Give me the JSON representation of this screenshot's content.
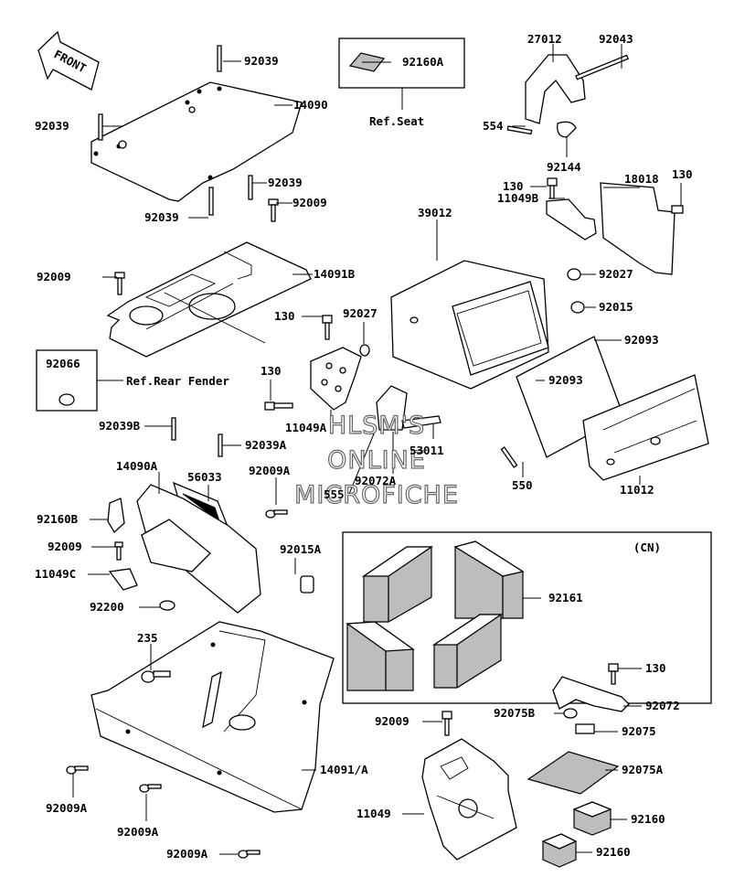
{
  "front_label": "FRONT",
  "region": "(CN)",
  "watermark": [
    "HLSM'S",
    "ONLINE",
    "MICROFICHE"
  ],
  "refs": {
    "seat": "Ref.Seat",
    "rear_fender": "Ref.Rear Fender"
  },
  "labels": {
    "l92039_top": "92039",
    "l14090": "14090",
    "l92039_left": "92039",
    "l92039_mid": "92039",
    "l92039_bot": "92039",
    "l92009_top": "92009",
    "l92009_left": "92009",
    "l14091B": "14091B",
    "l92066": "92066",
    "l92160A": "92160A",
    "l27012": "27012",
    "l92043": "92043",
    "l554": "554",
    "l92144": "92144",
    "l130_a": "130",
    "l18018": "18018",
    "l130_b": "130",
    "l11049B": "11049B",
    "l39012": "39012",
    "l92027_r": "92027",
    "l92015": "92015",
    "l130_c": "130",
    "l92027_m": "92027",
    "l92093_a": "92093",
    "l92093_b": "92093",
    "l130_d": "130",
    "l11049A": "11049A",
    "l53011": "53011",
    "l92072A": "92072A",
    "l555": "555",
    "l550": "550",
    "l11012": "11012",
    "l92039B": "92039B",
    "l92039A": "92039A",
    "l14090A": "14090A",
    "l56033": "56033",
    "l92009A_top": "92009A",
    "l92160B": "92160B",
    "l92009_mid": "92009",
    "l11049C": "11049C",
    "l92200": "92200",
    "l92015A": "92015A",
    "l235": "235",
    "l14091A": "14091/A",
    "l92009A_l": "92009A",
    "l92009A_m": "92009A",
    "l92009A_b": "92009A",
    "l92161": "92161",
    "l130_e": "130",
    "l92072": "92072",
    "l92075B": "92075B",
    "l92075": "92075",
    "l92009_bot": "92009",
    "l11049": "11049",
    "l92075A": "92075A",
    "l92160_a": "92160",
    "l92160_b": "92160"
  }
}
